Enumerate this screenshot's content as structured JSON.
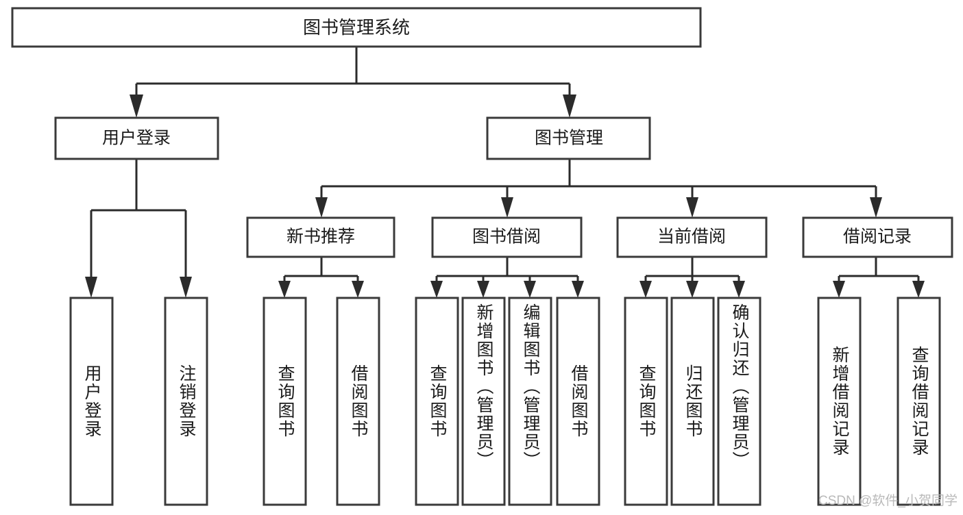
{
  "diagram": {
    "type": "tree-hierarchy",
    "title": "图书管理系统",
    "orientation": "top-down",
    "colors": {
      "box_stroke": "#3a3a3a",
      "box_fill": "#ffffff",
      "connector": "#2b2b2b",
      "text": "#1a1a1a",
      "watermark": "#b9b9b9",
      "background": "#ffffff"
    },
    "levels": {
      "level1": {
        "label": "图书管理系统"
      },
      "level2": [
        {
          "label": "用户登录"
        },
        {
          "label": "图书管理"
        }
      ],
      "level3": [
        {
          "label": "新书推荐"
        },
        {
          "label": "图书借阅"
        },
        {
          "label": "当前借阅"
        },
        {
          "label": "借阅记录"
        }
      ],
      "level4": [
        {
          "label": "用户登录",
          "parent": "用户登录"
        },
        {
          "label": "注销登录",
          "parent": "用户登录"
        },
        {
          "label": "查询图书",
          "parent": "新书推荐"
        },
        {
          "label": "借阅图书",
          "parent": "新书推荐"
        },
        {
          "label": "查询图书",
          "parent": "图书借阅"
        },
        {
          "label": "新增图书（管理员）",
          "parent": "图书借阅"
        },
        {
          "label": "编辑图书（管理员）",
          "parent": "图书借阅"
        },
        {
          "label": "借阅图书",
          "parent": "图书借阅"
        },
        {
          "label": "查询图书",
          "parent": "当前借阅"
        },
        {
          "label": "归还图书",
          "parent": "当前借阅"
        },
        {
          "label": "确认归还（管理员）",
          "parent": "当前借阅"
        },
        {
          "label": "新增借阅记录",
          "parent": "借阅记录"
        },
        {
          "label": "查询借阅记录",
          "parent": "借阅记录"
        }
      ]
    },
    "watermark": "CSDN @软件_小贺同学"
  }
}
